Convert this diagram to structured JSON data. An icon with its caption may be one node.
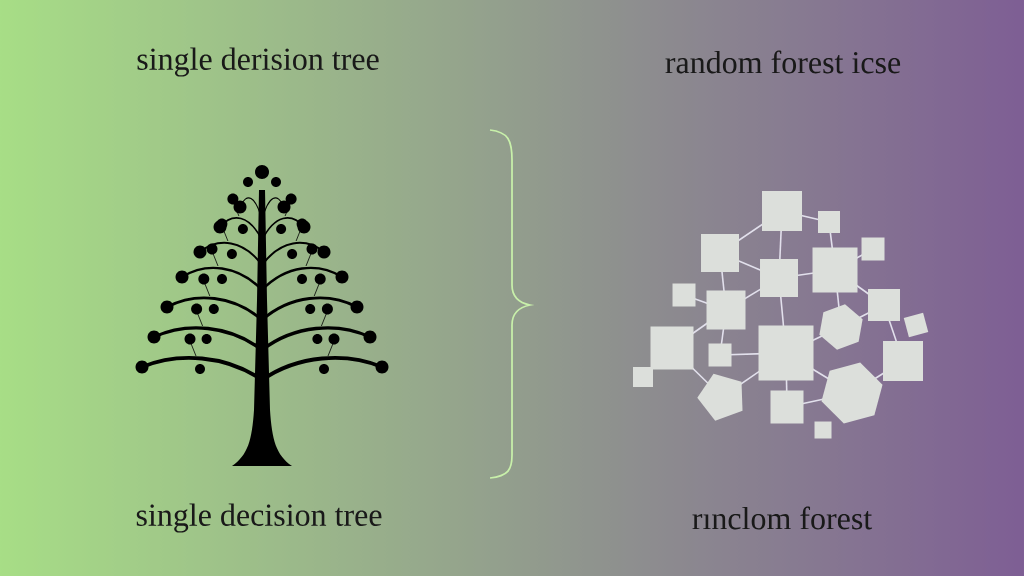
{
  "diagram": {
    "labels": [
      "single derision tree",
      "random forest icse",
      "single decision tree",
      "rınclom forest"
    ]
  }
}
